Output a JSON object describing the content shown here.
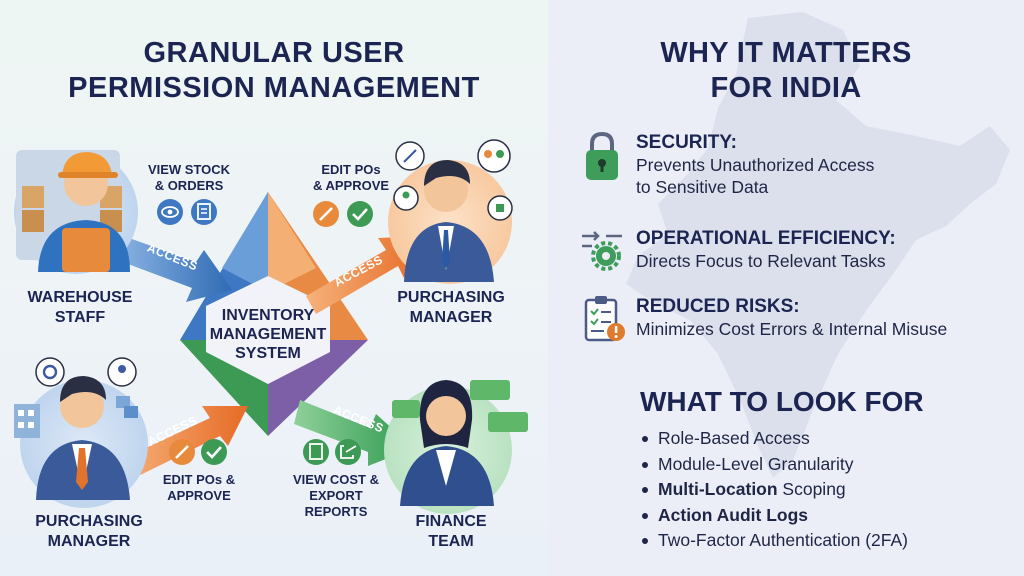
{
  "left_title": [
    "GRANULAR USER",
    "PERMISSION MANAGEMENT"
  ],
  "right_title": [
    "WHY IT MATTERS",
    "FOR INDIA"
  ],
  "center_node": [
    "INVENTORY",
    "MANAGEMENT",
    "SYSTEM"
  ],
  "access_label": "ACCESS",
  "roles": {
    "warehouse": [
      "WAREHOUSE",
      "STAFF"
    ],
    "purchasing_top": [
      "PURCHASING",
      "MANAGER"
    ],
    "purchasing_bottom": [
      "PURCHASING",
      "MANAGER"
    ],
    "finance": [
      "FINANCE",
      "TEAM"
    ]
  },
  "permissions": {
    "view_stock": [
      "VIEW STOCK",
      "& ORDERS"
    ],
    "edit_pos_top": [
      "EDIT POs",
      "& APPROVE"
    ],
    "edit_pos_bottom": [
      "EDIT POs &",
      "APPROVE"
    ],
    "view_cost": [
      "VIEW COST &",
      "EXPORT",
      "REPORTS"
    ]
  },
  "benefits": [
    {
      "title": "SECURITY:",
      "body": [
        "Prevents Unauthorized Access",
        "to Sensitive Data"
      ],
      "icon": "lock-icon",
      "color": "#3f9d5c"
    },
    {
      "title": "OPERATIONAL EFFICIENCY:",
      "body": [
        "Directs Focus to Relevant Tasks"
      ],
      "icon": "gear-arrows-icon",
      "color": "#3f9d5c"
    },
    {
      "title": "REDUCED RISKS:",
      "body": [
        "Minimizes Cost Errors & Internal Misuse"
      ],
      "icon": "checklist-warning-icon",
      "color": "#e07a2c"
    }
  ],
  "what_to_look_for": {
    "title": "WHAT TO LOOK FOR",
    "items": [
      {
        "bold": "",
        "text": "Role-Based Access"
      },
      {
        "bold": "",
        "text": "Module-Level Granularity"
      },
      {
        "bold": "Multi-Location",
        "text": " Scoping"
      },
      {
        "bold": "Action Audit Logs",
        "text": ""
      },
      {
        "bold": "",
        "text": "Two-Factor Authentication (2FA)"
      }
    ]
  },
  "colors": {
    "navy": "#1c2552",
    "green": "#3f9d5c",
    "orange": "#e9843b",
    "blue": "#3d78b8",
    "purple": "#7b5ea7"
  }
}
